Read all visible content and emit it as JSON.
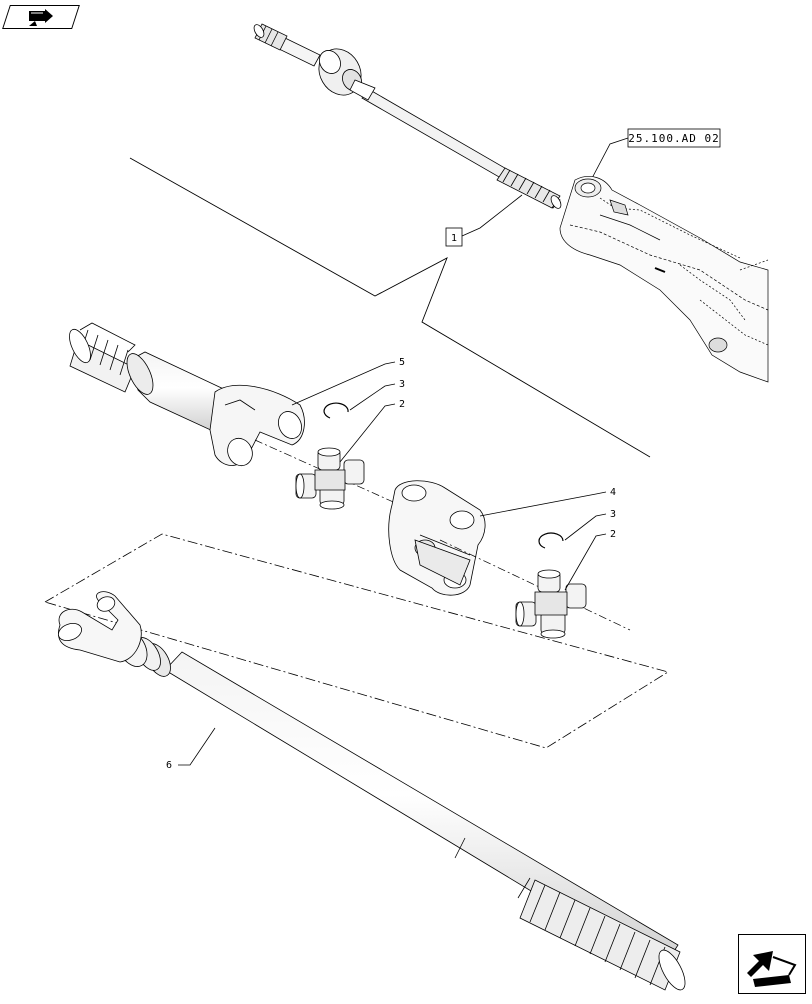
{
  "diagram": {
    "reference_code": "25.100.AD 02",
    "index_label": "1",
    "callouts": [
      {
        "id": "callout-5-upper",
        "text": "5"
      },
      {
        "id": "callout-3-upper",
        "text": "3"
      },
      {
        "id": "callout-2-upper",
        "text": "2"
      },
      {
        "id": "callout-4",
        "text": "4"
      },
      {
        "id": "callout-3-lower",
        "text": "3"
      },
      {
        "id": "callout-2-lower",
        "text": "2"
      },
      {
        "id": "callout-6",
        "text": "6"
      }
    ]
  },
  "navigation": {
    "prev_icon": "arrow-back-icon",
    "next_icon": "arrow-forward-icon"
  }
}
